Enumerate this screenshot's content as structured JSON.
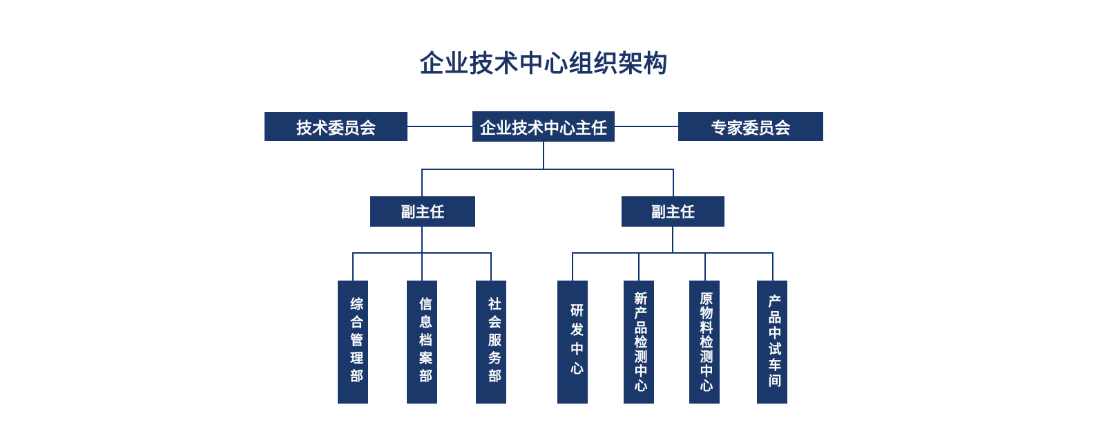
{
  "title": "企业技术中心组织架构",
  "colors": {
    "box_fill": "#1a3869",
    "connector_line": "#0d3572",
    "title_text": "#1b3365",
    "box_text": "#ffffff",
    "background": "#ffffff"
  },
  "level1": {
    "left": {
      "label": "技术委员会"
    },
    "center": {
      "label": "企业技术中心主任"
    },
    "right": {
      "label": "专家委员会"
    }
  },
  "level2": {
    "left": {
      "label": "副主任"
    },
    "right": {
      "label": "副主任"
    }
  },
  "level3": {
    "left_group": [
      {
        "label": "综合管理部"
      },
      {
        "label": "信息档案部"
      },
      {
        "label": "社会服务部"
      }
    ],
    "right_group": [
      {
        "label": "研发中心"
      },
      {
        "label": "新产品检测中心"
      },
      {
        "label": "原物料检测中心"
      },
      {
        "label": "产品中试车间"
      }
    ]
  }
}
